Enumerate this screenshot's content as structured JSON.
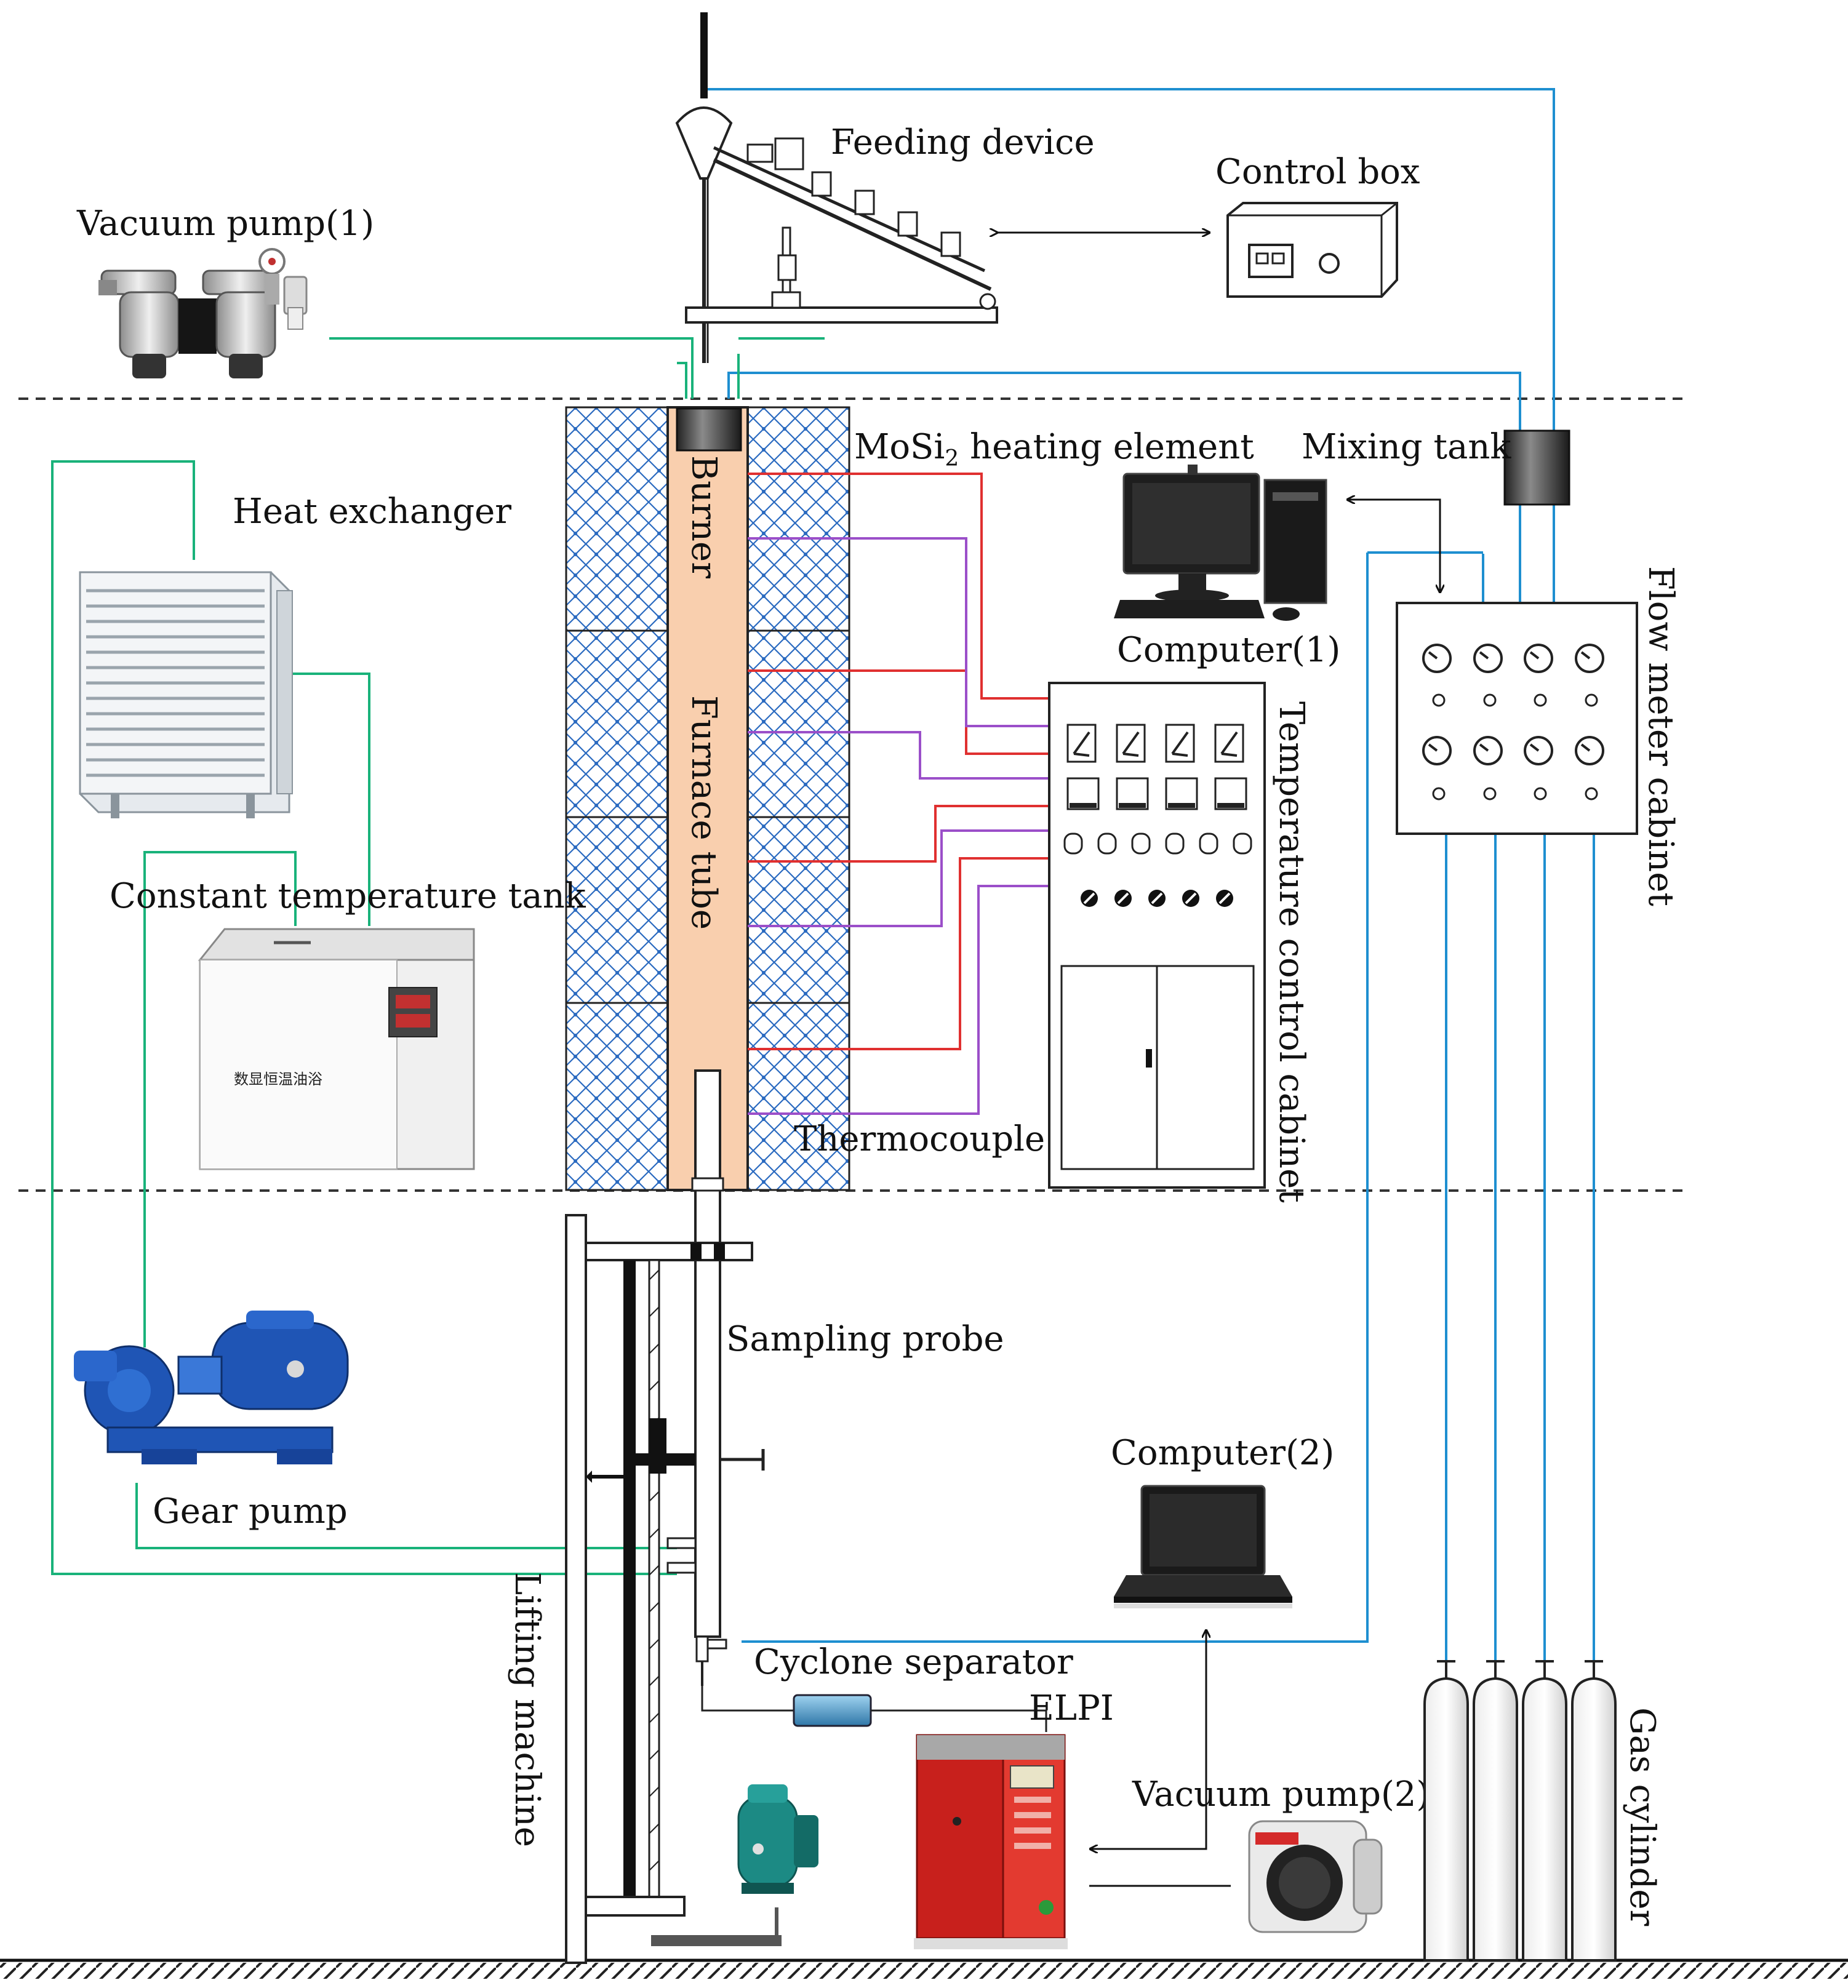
{
  "labels": {
    "feeding_device": "Feeding device",
    "control_box": "Control box",
    "vacuum_pump_1": "Vacuum pump(1)",
    "heating_element_main": "MoSi",
    "heating_element_sub": "2",
    "heating_element_rest": " heating element",
    "mixing_tank": "Mixing tank",
    "heat_exchanger": "Heat exchanger",
    "burner": "Burner",
    "furnace_tube": "Furnace tube",
    "computer_1": "Computer(1)",
    "temperature_control_cabinet": "Temperature control cabinet",
    "flow_meter_cabinet": "Flow meter cabinet",
    "constant_temperature_tank": "Constant temperature tank",
    "thermocouple": "Thermocouple",
    "tank_panel_text": "数显恒温油浴",
    "sampling_probe": "Sampling probe",
    "computer_2": "Computer(2)",
    "gear_pump": "Gear pump",
    "lifting_machine": "Lifting machine",
    "cyclone_separator": "Cyclone separator",
    "elpi": "ELPI",
    "vacuum_pump_2": "Vacuum pump(2)",
    "gas_cylinder": "Gas cylinder"
  },
  "colors": {
    "gas_line": "#1e8fd0",
    "coolant_line": "#19b27a",
    "heater_wire": "#e03030",
    "thermocouple_wire": "#9b4fc9",
    "furnace_tube": "#f9cfae",
    "insulation": "#1f5fb0",
    "elpi_body": "#c8201c",
    "gear_pump_body": "#1f55b5"
  }
}
